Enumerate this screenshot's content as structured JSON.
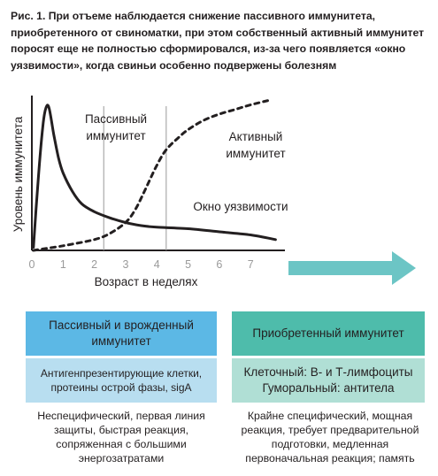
{
  "caption": "Рис. 1. При отъеме наблюдается снижение пассивного иммунитета, приобретенного от свиноматки, при этом собственный активный иммунитет поросят еще не полностью сформировался, из-за чего появляется «окно уязвимости», когда свиньи особенно подвержены болезням",
  "chart_data": {
    "type": "line",
    "xlabel": "Возраст в неделях",
    "ylabel": "Уровень иммунитета",
    "xlim": [
      0,
      8
    ],
    "ylim": [
      0,
      1
    ],
    "x_ticks": [
      "0",
      "1",
      "2",
      "3",
      "4",
      "5",
      "6",
      "7"
    ],
    "reference_lines_x": [
      2.3,
      4.3
    ],
    "grid": false,
    "series": [
      {
        "name": "Пассивный иммунитет",
        "style": "solid",
        "color": "#231f20",
        "points": [
          [
            0.05,
            0.02
          ],
          [
            0.2,
            0.45
          ],
          [
            0.35,
            0.8
          ],
          [
            0.45,
            0.92
          ],
          [
            0.55,
            0.92
          ],
          [
            0.7,
            0.75
          ],
          [
            0.85,
            0.6
          ],
          [
            1.0,
            0.5
          ],
          [
            1.3,
            0.38
          ],
          [
            1.6,
            0.3
          ],
          [
            2.0,
            0.25
          ],
          [
            2.5,
            0.21
          ],
          [
            3.0,
            0.18
          ],
          [
            3.5,
            0.16
          ],
          [
            4.0,
            0.15
          ],
          [
            5.0,
            0.14
          ],
          [
            6.0,
            0.12
          ],
          [
            7.0,
            0.1
          ],
          [
            7.8,
            0.07
          ]
        ]
      },
      {
        "name": "Активный иммунитет",
        "style": "dashed",
        "color": "#231f20",
        "points": [
          [
            0.05,
            0.0
          ],
          [
            1.0,
            0.03
          ],
          [
            2.0,
            0.07
          ],
          [
            2.5,
            0.11
          ],
          [
            3.0,
            0.18
          ],
          [
            3.3,
            0.26
          ],
          [
            3.6,
            0.38
          ],
          [
            4.0,
            0.55
          ],
          [
            4.3,
            0.65
          ],
          [
            4.7,
            0.73
          ],
          [
            5.0,
            0.78
          ],
          [
            5.5,
            0.84
          ],
          [
            6.0,
            0.88
          ],
          [
            6.5,
            0.91
          ],
          [
            7.0,
            0.94
          ],
          [
            7.6,
            0.97
          ]
        ]
      }
    ],
    "annotations": [
      "Пассивный иммунитет",
      "Активный иммунитет",
      "Окно уязвимости"
    ]
  },
  "labels": {
    "passive_line1": "Пассивный",
    "passive_line2": "иммунитет",
    "active_line1": "Активный",
    "active_line2": "иммунитет",
    "window": "Окно уязвимости"
  },
  "colors": {
    "arrow": "#6cc5c5",
    "left_header": "#5cb8e5",
    "left_sub": "#b8def0",
    "right_header": "#4ebcab",
    "right_sub": "#b0dfd5"
  },
  "left": {
    "header": "Пассивный и врожденный иммунитет",
    "sub": "Антигенпрезентирующие клетки, протеины острой фазы, sigA",
    "desc_lines": [
      "Неспецифический, первая линия",
      "защиты, быстрая реакция,",
      "сопряженная с большими",
      "энергозатратами"
    ]
  },
  "right": {
    "header": "Приобретенный иммунитет",
    "sub_line1": "Клеточный: В- и Т-лимфоциты",
    "sub_line2": "Гуморальный: антитела",
    "desc_lines": [
      "Крайне специфический, мощная",
      "реакция, требует предварительной",
      "подготовки, медленная",
      "первоначальная реакция; память"
    ]
  }
}
